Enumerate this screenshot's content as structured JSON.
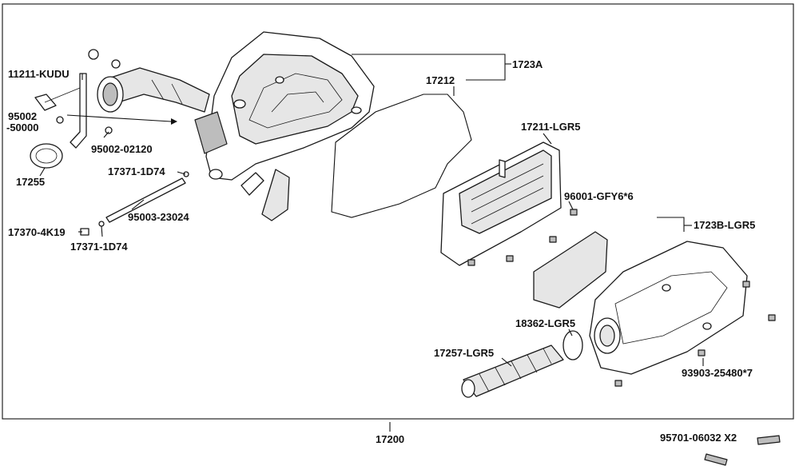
{
  "labels": {
    "l_1723a": "1723A",
    "l_17212": "17212",
    "l_11211": "11211-KUDU",
    "l_95002a": "95002",
    "l_50000": "-50000",
    "l_95002b": "95002-02120",
    "l_17255": "17255",
    "l_17371a": "17371-1D74",
    "l_95003": "95003-23024",
    "l_17370": "17370-4K19",
    "l_17371b": "17371-1D74",
    "l_17211": "17211-LGR5",
    "l_96001": "96001-GFY6*6",
    "l_1723b": "1723B-LGR5",
    "l_18362": "18362-LGR5",
    "l_17257": "17257-LGR5",
    "l_93903": "93903-25480*7",
    "l_17200": "17200",
    "l_95701": "95701-06032 X2"
  }
}
